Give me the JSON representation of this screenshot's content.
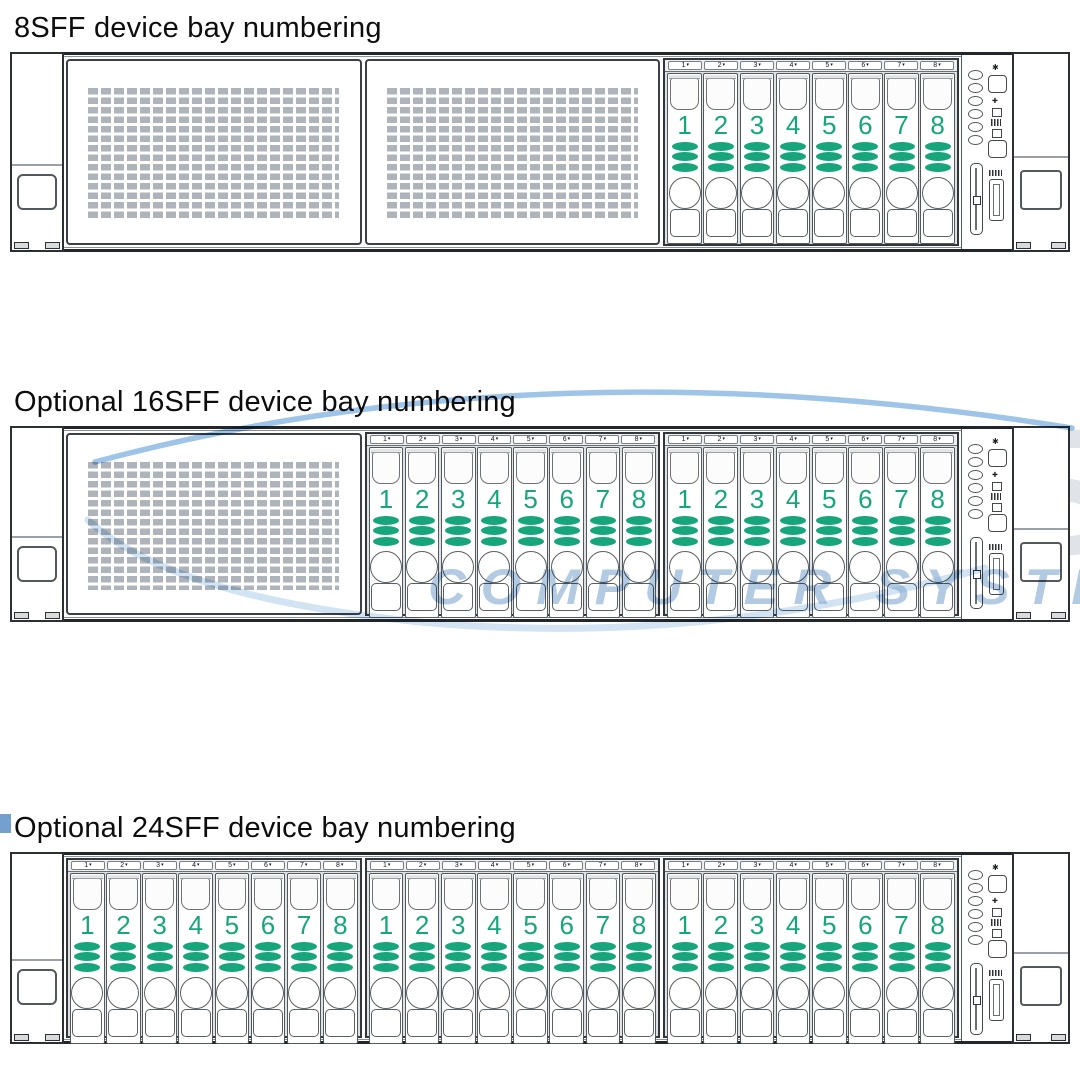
{
  "watermark": {
    "word": "EXPRESS",
    "subtitle": "COMPUTER SYSTEMS",
    "swoosh_top_color": "#4e93d6",
    "swoosh_bottom_color": "#9cc2e5",
    "word_color": "#c6ccd4",
    "subtitle_color": "#84a9d2"
  },
  "colors": {
    "drive_green": "#17a67b",
    "chassis_outline": "#2c3034",
    "mesh_fill": "#aeb4ba"
  },
  "bay_marker": "▾",
  "icons": {
    "health_glyph": "✱",
    "nic_glyph": "✚",
    "disk_stack": "stacked-drive-discs"
  },
  "sections": [
    {
      "title": "8SFF device bay numbering",
      "panels": [
        "mesh",
        "mesh",
        "cage"
      ],
      "cages": [
        [
          "1",
          "2",
          "3",
          "4",
          "5",
          "6",
          "7",
          "8"
        ]
      ]
    },
    {
      "title": "Optional 16SFF device bay numbering",
      "panels": [
        "mesh",
        "cage",
        "cage"
      ],
      "cages": [
        [
          "1",
          "2",
          "3",
          "4",
          "5",
          "6",
          "7",
          "8"
        ],
        [
          "1",
          "2",
          "3",
          "4",
          "5",
          "6",
          "7",
          "8"
        ]
      ]
    },
    {
      "title": "Optional 24SFF device bay numbering",
      "panels": [
        "cage",
        "cage",
        "cage"
      ],
      "cages": [
        [
          "1",
          "2",
          "3",
          "4",
          "5",
          "6",
          "7",
          "8"
        ],
        [
          "1",
          "2",
          "3",
          "4",
          "5",
          "6",
          "7",
          "8"
        ],
        [
          "1",
          "2",
          "3",
          "4",
          "5",
          "6",
          "7",
          "8"
        ]
      ]
    }
  ]
}
